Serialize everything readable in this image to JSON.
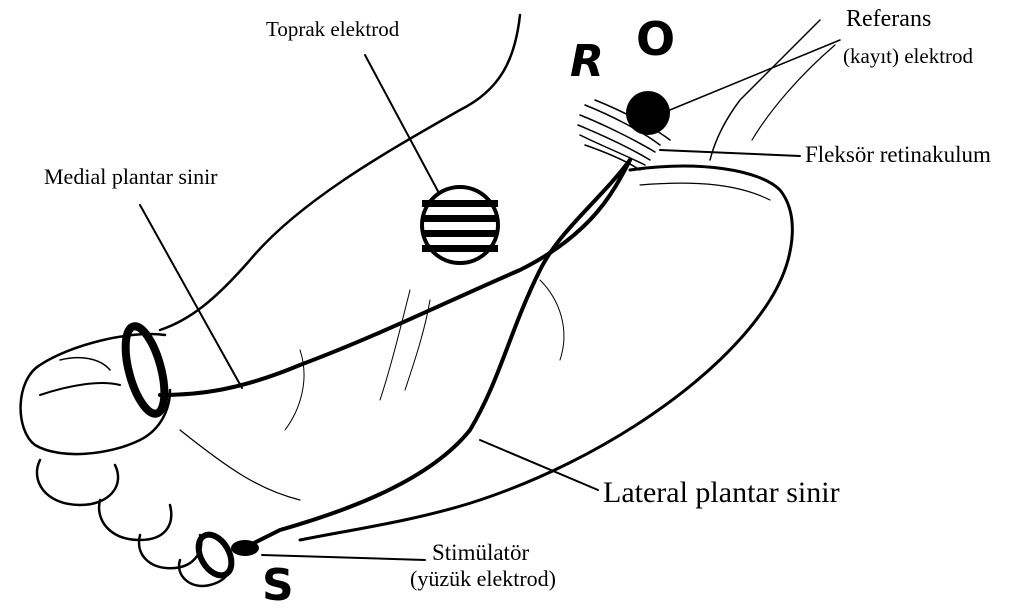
{
  "labels": {
    "toprak": "Toprak elektrod",
    "referans": "Referans",
    "kayit": "(kayıt) elektrod",
    "medial": "Medial plantar sinir",
    "fleksor": "Fleksör retinakulum",
    "lateral": "Lateral plantar sinir",
    "stim": "Stimülatör",
    "yuzuk": "(yüzük elektrod)"
  },
  "letters": {
    "r": "R",
    "o": "O",
    "s": "S"
  }
}
